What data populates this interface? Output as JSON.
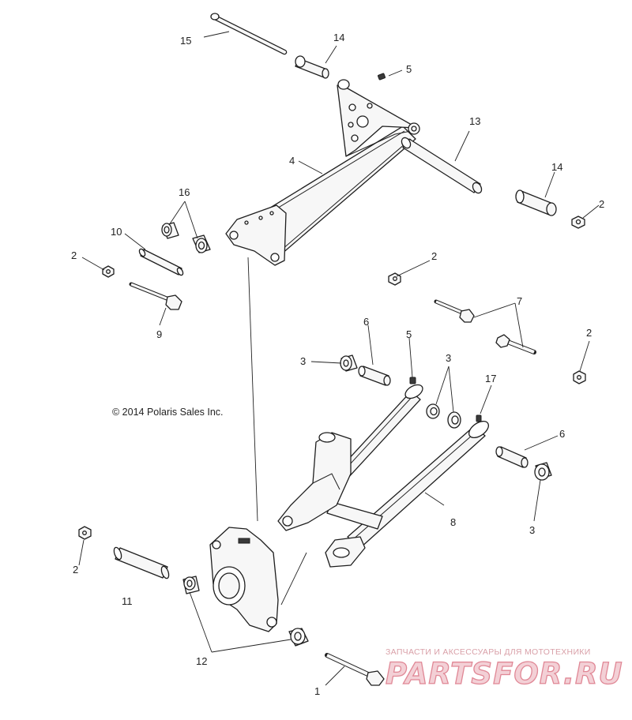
{
  "diagram": {
    "callouts": [
      {
        "id": "c15",
        "label": "15"
      },
      {
        "id": "c14a",
        "label": "14"
      },
      {
        "id": "c5a",
        "label": "5"
      },
      {
        "id": "c13",
        "label": "13"
      },
      {
        "id": "c14b",
        "label": "14"
      },
      {
        "id": "c4",
        "label": "4"
      },
      {
        "id": "c2a",
        "label": "2"
      },
      {
        "id": "c16",
        "label": "16"
      },
      {
        "id": "c10",
        "label": "10"
      },
      {
        "id": "c2b",
        "label": "2"
      },
      {
        "id": "c2c",
        "label": "2"
      },
      {
        "id": "c9",
        "label": "9"
      },
      {
        "id": "c7",
        "label": "7"
      },
      {
        "id": "c6a",
        "label": "6"
      },
      {
        "id": "c5b",
        "label": "5"
      },
      {
        "id": "c2d",
        "label": "2"
      },
      {
        "id": "c3a",
        "label": "3"
      },
      {
        "id": "c3b",
        "label": "3"
      },
      {
        "id": "c17",
        "label": "17"
      },
      {
        "id": "c6b",
        "label": "6"
      },
      {
        "id": "c8",
        "label": "8"
      },
      {
        "id": "c3c",
        "label": "3"
      },
      {
        "id": "c2e",
        "label": "2"
      },
      {
        "id": "c11",
        "label": "11"
      },
      {
        "id": "c12",
        "label": "12"
      },
      {
        "id": "c1",
        "label": "1"
      }
    ],
    "copyright": "© 2014 Polaris Sales Inc.",
    "watermark": {
      "tagline": "ЗАПЧАСТИ И АКСЕССУАРЫ ДЛЯ МОТОТЕХНИКИ",
      "logo_text": "PARTSFOR.RU",
      "color": "#e08896"
    }
  }
}
